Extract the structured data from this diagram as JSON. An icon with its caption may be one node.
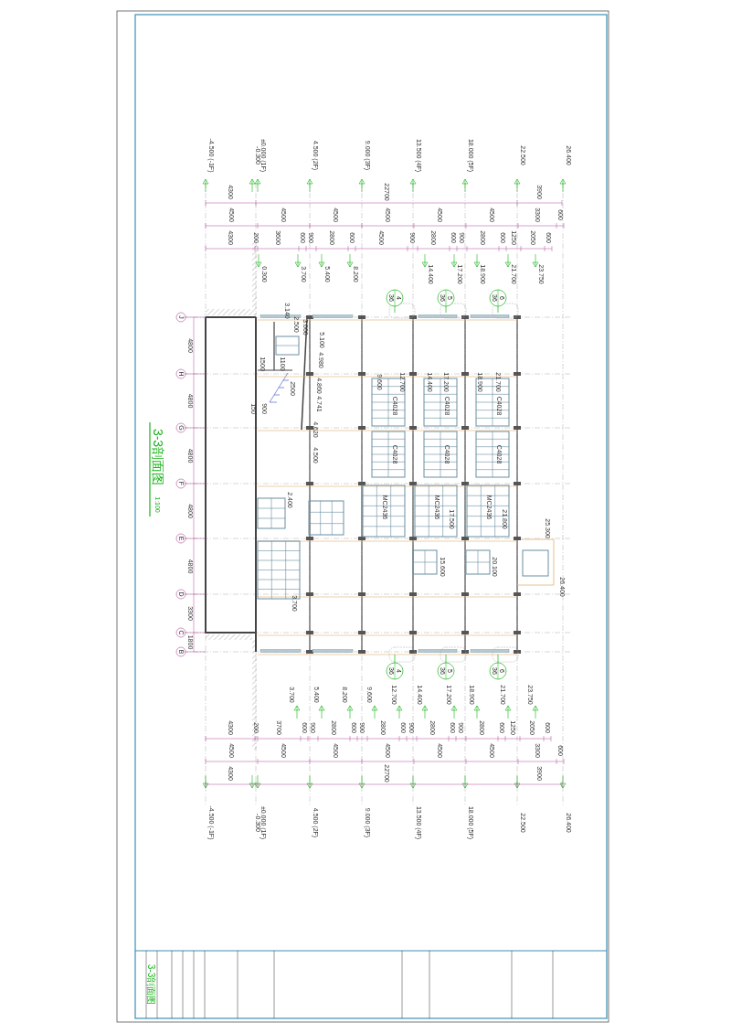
{
  "diagram": {
    "title": "3-3剖面图",
    "nodes": [
      {
        "text": [
          "4",
          "36"
        ]
      },
      {
        "text": [
          "5",
          "36"
        ]
      },
      {
        "text": [
          "6",
          "36"
        ]
      },
      {
        "text": [
          "4",
          "36"
        ]
      },
      {
        "text": [
          "5",
          "36"
        ]
      },
      {
        "text": [
          "6",
          "36"
        ]
      }
    ],
    "edges": [
      {
        "from": 0,
        "to": null,
        "arrow": "none"
      },
      {
        "from": 1,
        "to": null,
        "arrow": "none"
      },
      {
        "from": 2,
        "to": null,
        "arrow": "none"
      },
      {
        "from": 3,
        "to": null,
        "arrow": "none"
      },
      {
        "from": 4,
        "to": null,
        "arrow": "none"
      },
      {
        "from": 5,
        "to": null,
        "arrow": "none"
      }
    ],
    "labels": [
      "1:100",
      "-4.500 (-1F)",
      "-0.300",
      "±0.000 (1F)",
      "4.500 (2F)",
      "9.000 (3F)",
      "13.500 (4F)",
      "18.000 (5F)",
      "22.500",
      "26.400",
      "4300",
      "22700",
      "3900",
      "4500",
      "4500",
      "4500",
      "4500",
      "4500",
      "4500",
      "3300",
      "600",
      "4300",
      "200",
      "3600",
      "600",
      "900",
      "2800",
      "600",
      "4500",
      "900",
      "2800",
      "600",
      "900",
      "2800",
      "600",
      "1250",
      "2050",
      "600",
      "0.300",
      "3.700",
      "5.400",
      "8.200",
      "14.400",
      "17.200",
      "18.900",
      "21.700",
      "23.750",
      "J",
      "H",
      "G",
      "F",
      "E",
      "D",
      "C",
      "B",
      "4800",
      "4800",
      "4800",
      "4800",
      "4800",
      "3300",
      "1800",
      "C4028",
      "C4028",
      "C4028",
      "C4028",
      "C4028",
      "C4028",
      "MC2436",
      "MC2436",
      "MC2436",
      "3.140",
      "2.500",
      "3.600",
      "5.100",
      "1500",
      "1100",
      "4.980",
      "2500",
      "150",
      "900",
      "4.860",
      "4.741",
      "4.620",
      "4.500",
      "9.600",
      "12.700",
      "14.400",
      "17.200",
      "18.900",
      "21.700",
      "2.400",
      "17.500",
      "21.800",
      "25.300",
      "3.700",
      "15.600",
      "20.100",
      "26.400",
      "3.700",
      "5.400",
      "8.200",
      "9.600",
      "12.700",
      "14.400",
      "17.200",
      "18.900",
      "21.700",
      "23.750",
      "4300",
      "200",
      "3700",
      "600",
      "900",
      "2800",
      "600",
      "900",
      "2800",
      "600",
      "900",
      "2800",
      "600",
      "900",
      "2800",
      "600",
      "1250",
      "2050",
      "600",
      "4500",
      "4500",
      "4500",
      "4500",
      "4500",
      "4500",
      "3300",
      "600",
      "4300",
      "22700",
      "3900",
      "-4.500 (-1F)",
      "-0.300",
      "±0.000 (1F)",
      "4.500 (2F)",
      "9.000 (3F)",
      "13.500 (4F)",
      "18.000 (5F)",
      "22.500",
      "26.400",
      "3-3剖面图"
    ]
  }
}
